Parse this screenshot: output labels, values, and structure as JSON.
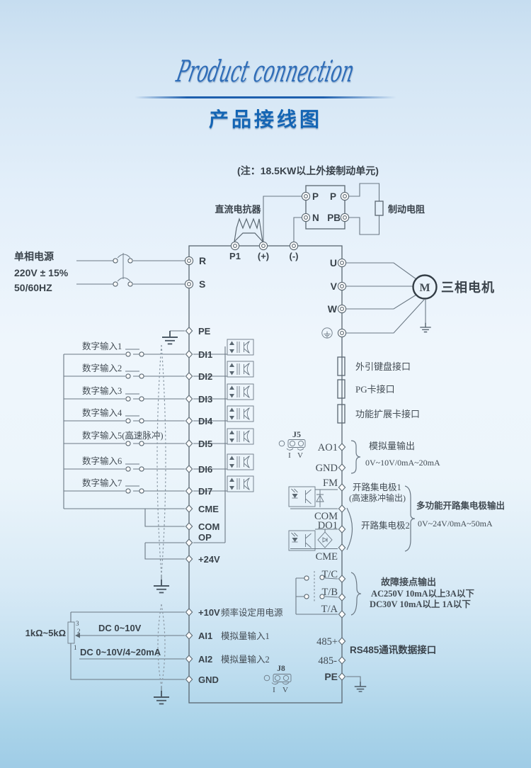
{
  "header": {
    "script_title": "Product connection",
    "title": "产品接线图"
  },
  "top_section": {
    "note": "(注：18.5KW以上外接制动单元)",
    "dc_reactor_label": "直流电抗器",
    "terminal_p1": "P1",
    "terminal_plus": "(+)",
    "terminal_minus": "(-)",
    "brake_unit": {
      "p_in": "P",
      "p_out": "P",
      "n": "N",
      "pb": "PB"
    },
    "brake_resistor_label": "制动电阻"
  },
  "power_input": {
    "line1": "单相电源",
    "line2": "220V ± 15%",
    "line3": "50/60HZ"
  },
  "inverter_left": {
    "r": "R",
    "s": "S",
    "pe": "PE",
    "di_terminals": [
      "DI1",
      "DI2",
      "DI3",
      "DI4",
      "DI5",
      "DI6",
      "DI7"
    ],
    "cme": "CME",
    "com": "COM",
    "op": "OP",
    "v24": "+24V",
    "v10": "+10V",
    "v10_desc": "频率设定用电源",
    "ai1": "AI1",
    "ai1_desc": "模拟量输入1",
    "ai2": "AI2",
    "ai2_desc": "模拟量输入2",
    "gnd": "GND"
  },
  "digital_inputs": {
    "labels": [
      "数字输入1",
      "数字输入2",
      "数字输入3",
      "数字输入4",
      "数字输入5(高速脉冲)",
      "数字输入6",
      "数字输入7"
    ]
  },
  "analog_inputs": {
    "pot_label": "1kΩ~5kΩ",
    "pot_pins": {
      "p3": "3",
      "p2": "2",
      "p1": "1"
    },
    "ai1_signal": "DC 0~10V",
    "ai2_signal": "DC 0~10V/4~20mA"
  },
  "motor": {
    "u": "U",
    "v": "V",
    "w": "W",
    "m": "M",
    "label": "三相电机"
  },
  "ports": {
    "keyboard": "外引键盘接口",
    "pg_card": "PG卡接口",
    "expansion": "功能扩展卡接口"
  },
  "jumpers": {
    "j5": "J5",
    "j8": "J8",
    "i": "I",
    "v": "V"
  },
  "analog_output": {
    "ao1": "AO1",
    "gnd": "GND",
    "label": "模拟量输出",
    "range": "0V~10V/0mA~20mA"
  },
  "open_collector": {
    "fm": "FM",
    "com": "COM",
    "do1": "DO1",
    "cme": "CME",
    "oc1": "开路集电极1",
    "oc1_sub": "(高速脉冲输出)",
    "oc2": "开路集电极2",
    "multi": "多功能开路集电极输出",
    "multi_range": "0V~24V/0mA~50mA"
  },
  "fault_output": {
    "tc": "T/C",
    "tb": "T/B",
    "ta": "T/A",
    "label": "故障接点输出",
    "spec_ac": "AC250V 10mA以上3A以下",
    "spec_dc": "DC30V  10mA以上 1A以下"
  },
  "comm": {
    "p485": "485+",
    "m485": "485-",
    "label": "RS485通讯数据接口",
    "pe": "PE"
  },
  "colors": {
    "accent_blue": "#1465b4",
    "script_blue": "#2b6cb6",
    "line_gray": "#6b7884",
    "text_dark": "#3a434b"
  }
}
